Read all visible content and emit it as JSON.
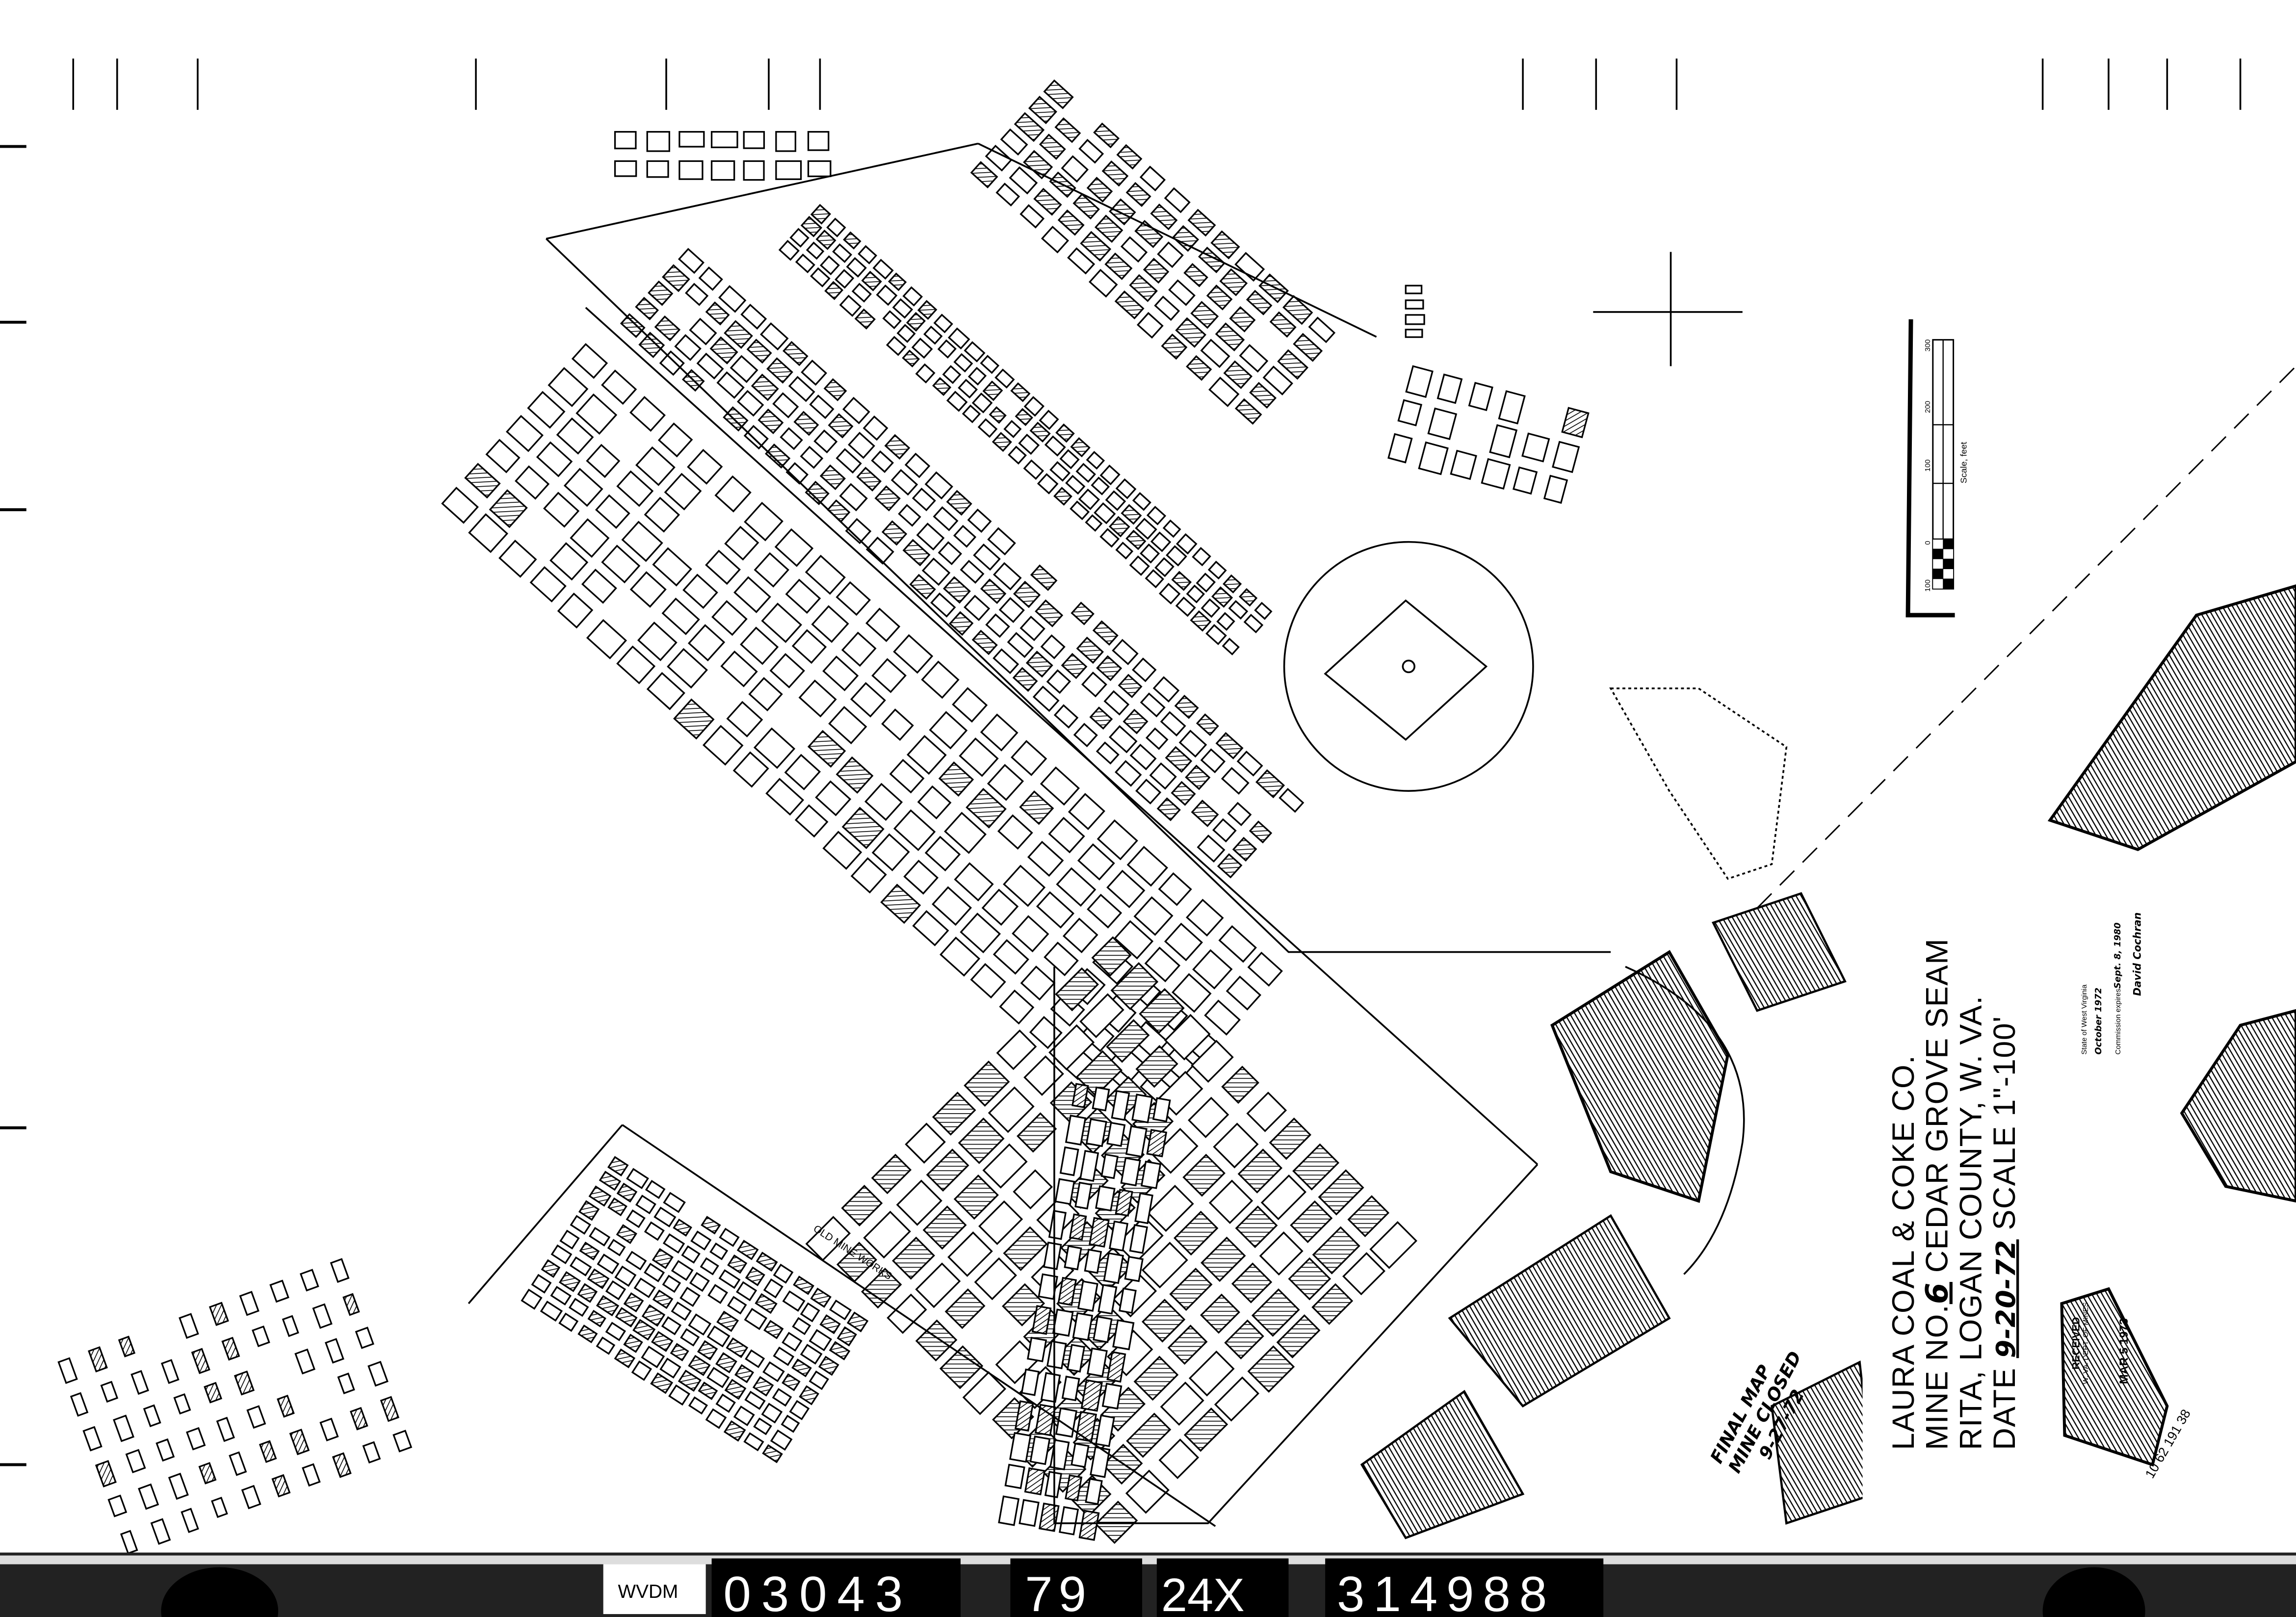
{
  "title_block": {
    "line1": "LAURA COAL & COKE CO.",
    "line2_prefix": "MINE NO.",
    "mine_number": "6",
    "line2_suffix": "CEDAR GROVE SEAM",
    "line3": "RITA, LOGAN COUNTY, W. VA.",
    "date_label": "DATE",
    "date": "9-20-72",
    "scale": "SCALE 1\"-100'"
  },
  "scale_bar": {
    "label": "Scale, feet",
    "ticks": [
      "100",
      "0",
      "100",
      "200",
      "300"
    ]
  },
  "annotations": {
    "old_mine_works": "OLD MINE WORKS",
    "final_map_line1": "FINAL MAP",
    "final_map_line2": "MINE CLOSED",
    "final_map_line3": "9-27-72",
    "received": "RECEIVED",
    "received_dept": "W. VA. DEPT. OF MINES",
    "received_date": "MAR 5 1973",
    "cert_state": "State of West Virginia",
    "cert_month": "October 1972",
    "cert_commission": "Commission expires",
    "cert_commission_date": "Sept. 8, 1980",
    "cert_signature": "David Cochran",
    "road_number": "10 62 191 38"
  },
  "film_strip": {
    "label": "WVDM",
    "number1": "03043",
    "number2": "79",
    "number3": "24X",
    "number4": "314988"
  },
  "colors": {
    "ink": "#000000",
    "paper": "#ffffff"
  }
}
